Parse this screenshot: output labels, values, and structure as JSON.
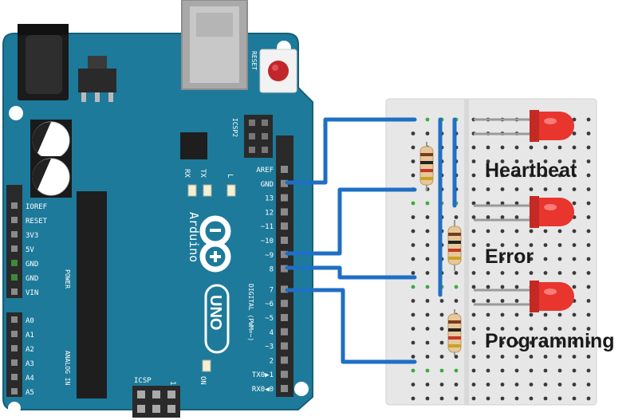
{
  "board": {
    "name": "Arduino",
    "model": "UNO",
    "reset_label": "RESET",
    "icsp2_label": "ICSP2",
    "icsp_label": "ICSP",
    "icsp_pin1": "1",
    "on_label": "ON",
    "rx_label": "RX",
    "tx_label": "TX",
    "l_label": "L",
    "digital_label": "DIGITAL (PWM=~)",
    "power_label": "POWER",
    "analog_label": "ANALOG IN",
    "digital_pins": [
      "AREF",
      "GND",
      "13",
      "12",
      "~11",
      "~10",
      "~9",
      "8",
      "7",
      "~6",
      "~5",
      "4",
      "~3",
      "2",
      "TX0▶1",
      "RX0◀0"
    ],
    "power_pins": [
      "IOREF",
      "RESET",
      "3V3",
      "5V",
      "GND",
      "GND",
      "VIN"
    ],
    "analog_pins": [
      "A0",
      "A1",
      "A2",
      "A3",
      "A4",
      "A5"
    ]
  },
  "leds": [
    {
      "label": "Heartbeat",
      "color": "#e8352e"
    },
    {
      "label": "Error",
      "color": "#e8352e"
    },
    {
      "label": "Programming",
      "color": "#e8352e"
    }
  ],
  "colors": {
    "board": "#1d7a9a",
    "wire": "#1f6fc4",
    "breadboard": "#e7e7e7"
  }
}
